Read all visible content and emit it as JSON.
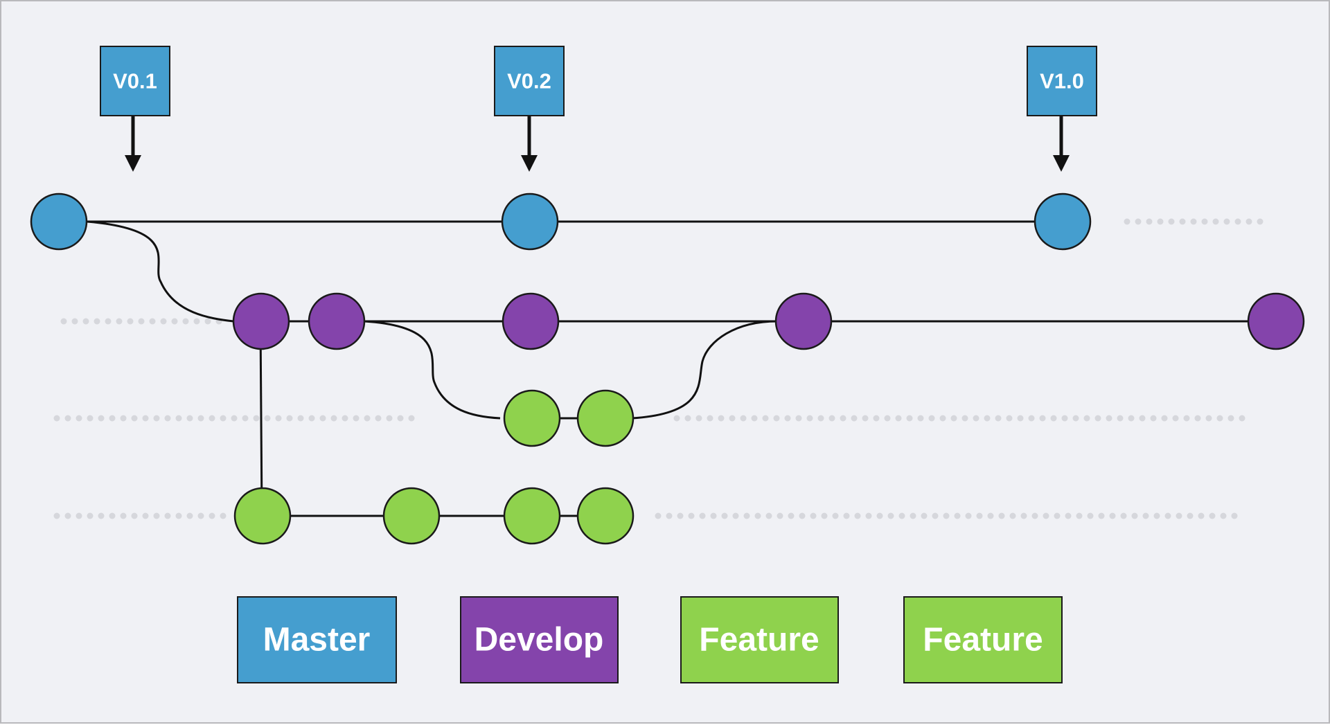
{
  "colors": {
    "master": "#459ecf",
    "develop": "#8444ab",
    "feature": "#8fd24d",
    "background": "#f0f1f5",
    "line": "#111111",
    "dots": "#d6d7dc"
  },
  "tags": [
    {
      "label": "V0.1"
    },
    {
      "label": "V0.2"
    },
    {
      "label": "V1.0"
    }
  ],
  "legend": [
    {
      "label": "Master",
      "branch": "master"
    },
    {
      "label": "Develop",
      "branch": "develop"
    },
    {
      "label": "Feature",
      "branch": "feature"
    },
    {
      "label": "Feature",
      "branch": "feature"
    }
  ]
}
